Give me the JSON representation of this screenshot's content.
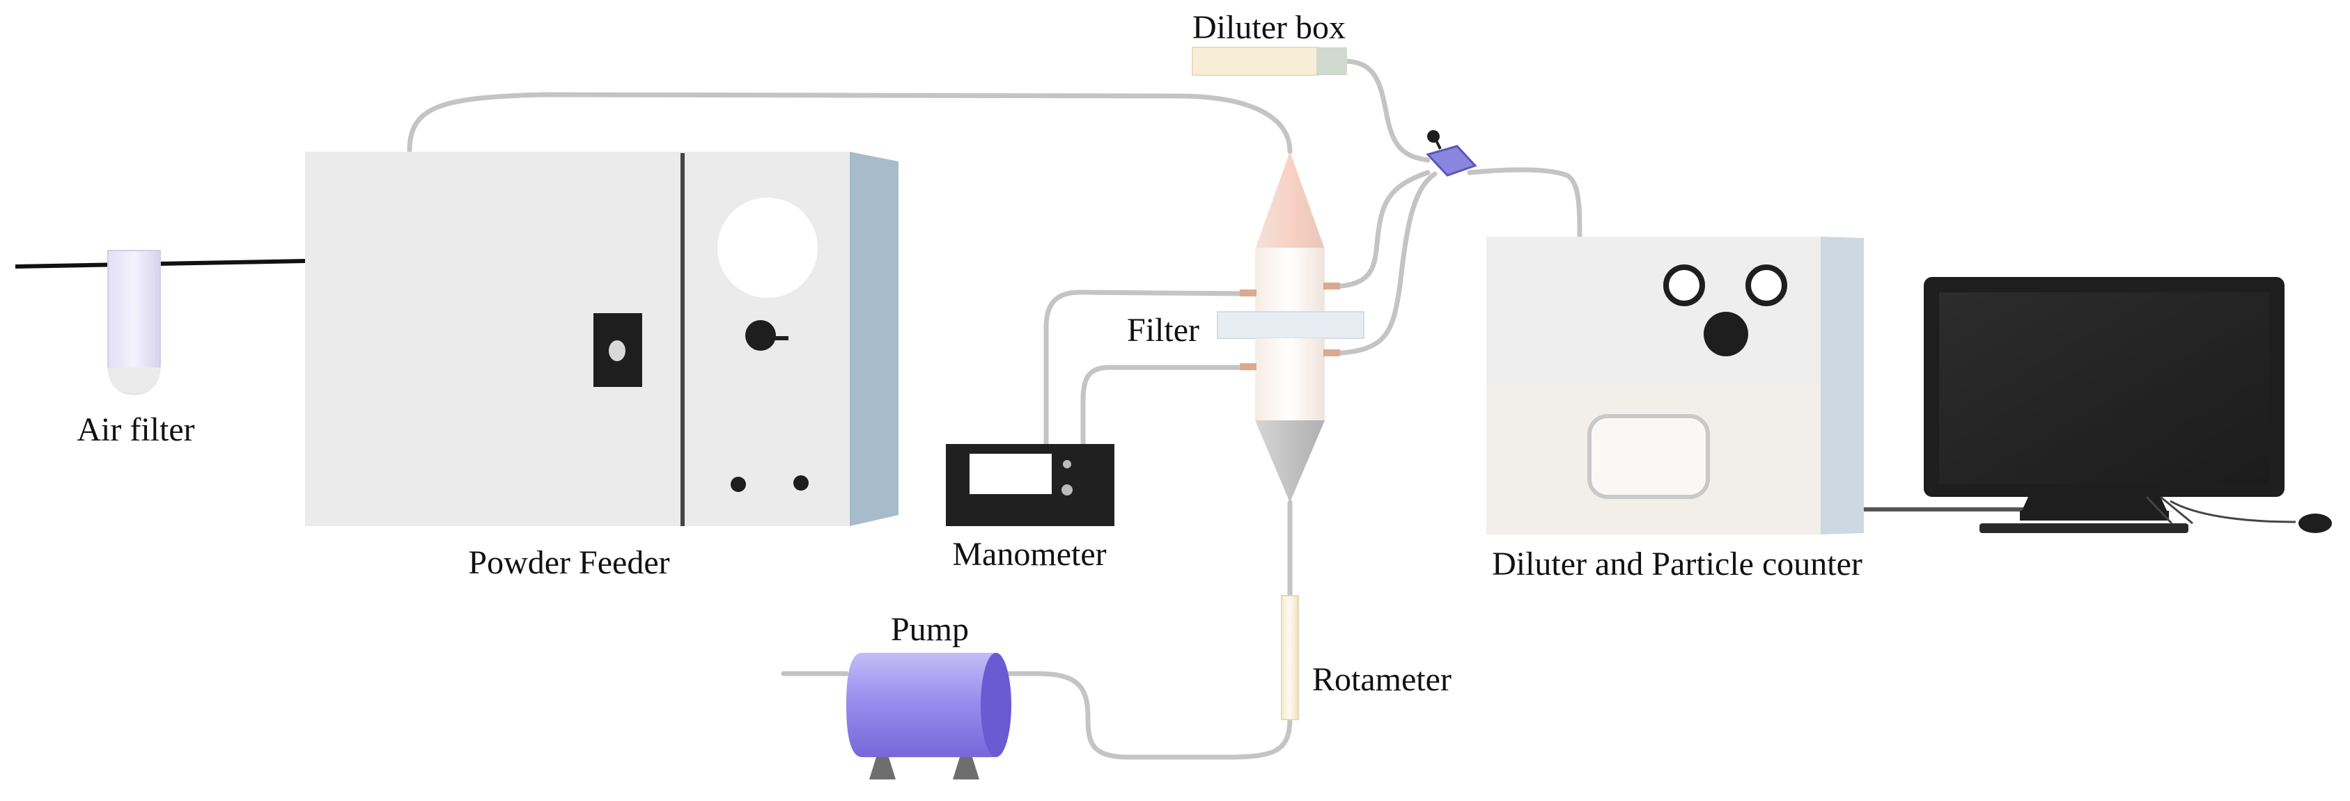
{
  "labels": {
    "diluter_box": "Diluter box",
    "air_filter": "Air filter",
    "powder_feeder": "Powder Feeder",
    "filter": "Filter",
    "manometer": "Manometer",
    "diluter_particle_counter": "Diluter and Particle counter",
    "pump": "Pump",
    "rotameter": "Rotameter"
  },
  "colors": {
    "tube": "#c4c4c4",
    "feeder_body": "#ebebeb",
    "feeder_side": "#a6bccb",
    "counter_top": "#eeeeee",
    "counter_bottom": "#f2eeea",
    "counter_side": "#cdd8e0",
    "pump_body": "#9a8ef0",
    "monitor": "#1e1e1e",
    "manometer": "#202020",
    "connector": "#8a86e0",
    "diluter_box": "#f8eed8"
  }
}
